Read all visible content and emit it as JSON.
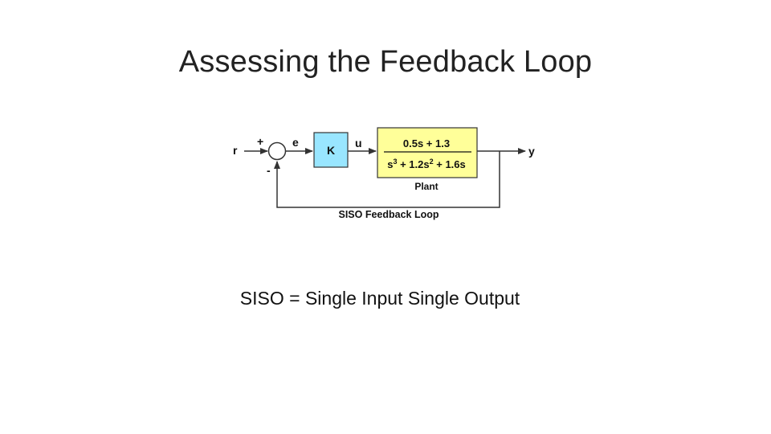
{
  "slide": {
    "title": "Assessing the Feedback Loop",
    "caption": "SISO = Single Input Single Output"
  },
  "diagram": {
    "colors": {
      "controller_fill": "#99e6ff",
      "plant_fill": "#ffff99",
      "block_stroke": "#333333",
      "line": "#333333"
    },
    "signals": {
      "reference": "r",
      "error": "e",
      "control": "u",
      "output": "y"
    },
    "summing_junction": {
      "plus_sign": "+",
      "minus_sign": "-"
    },
    "controller": {
      "label": "K"
    },
    "plant": {
      "numerator": "0.5s + 1.3",
      "denominator": {
        "t1": "s",
        "t1_exp": "3",
        "t2": " + 1.2s",
        "t2_exp": "2",
        "t3": " + 1.6s"
      },
      "label": "Plant"
    },
    "loop_label": "SISO Feedback Loop"
  }
}
